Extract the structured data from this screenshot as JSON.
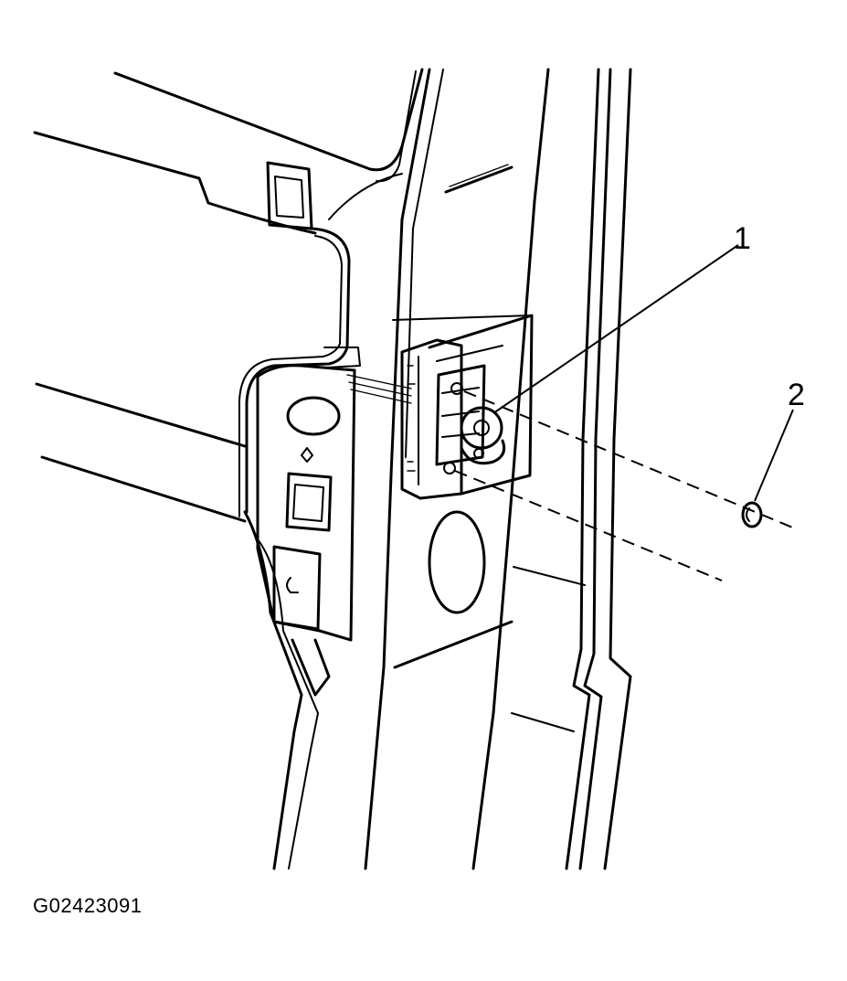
{
  "figure": {
    "id": "G02423091",
    "callouts": [
      {
        "label": "1"
      },
      {
        "label": "2"
      }
    ]
  }
}
